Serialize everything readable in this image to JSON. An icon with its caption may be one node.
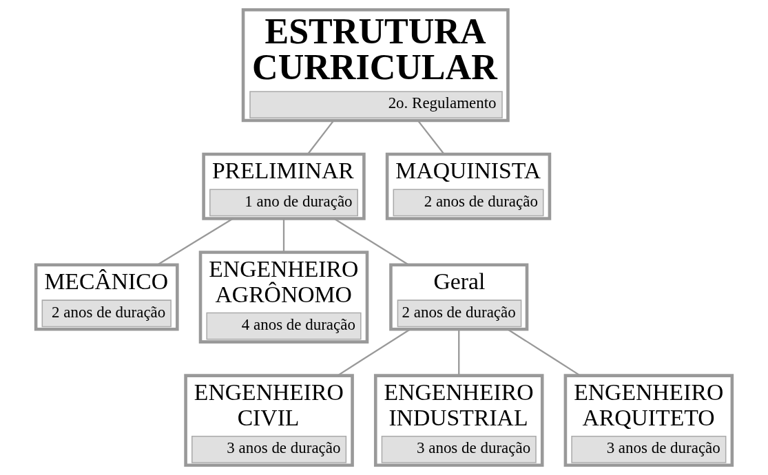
{
  "diagram": {
    "nodes": [
      {
        "text": [
          "ESTRUTURA CURRICULAR",
          "2o. Regulamento"
        ]
      },
      {
        "text": [
          "PRELIMINAR",
          "1 ano de duração"
        ]
      },
      {
        "text": [
          "MAQUINISTA",
          "2 anos de duração"
        ]
      },
      {
        "text": [
          "MECÂNICO",
          "2 anos de duração"
        ]
      },
      {
        "text": [
          "ENGENHEIRO AGRÔNOMO",
          "4 anos de duração"
        ]
      },
      {
        "text": [
          "Geral",
          "2 anos de duração"
        ]
      },
      {
        "text": [
          "ENGENHEIRO CIVIL",
          "3 anos de duração"
        ]
      },
      {
        "text": [
          "ENGENHEIRO INDUSTRIAL",
          "3 anos de duração"
        ]
      },
      {
        "text": [
          "ENGENHEIRO ARQUITETO",
          "3 anos de duração"
        ]
      }
    ],
    "edges": [
      {
        "from": 0,
        "to": 1,
        "arrow": "none"
      },
      {
        "from": 0,
        "to": 2,
        "arrow": "none"
      },
      {
        "from": 1,
        "to": 3,
        "arrow": "none"
      },
      {
        "from": 1,
        "to": 4,
        "arrow": "none"
      },
      {
        "from": 1,
        "to": 5,
        "arrow": "none"
      },
      {
        "from": 5,
        "to": 6,
        "arrow": "none"
      },
      {
        "from": 5,
        "to": 7,
        "arrow": "none"
      },
      {
        "from": 5,
        "to": 8,
        "arrow": "none"
      }
    ]
  }
}
